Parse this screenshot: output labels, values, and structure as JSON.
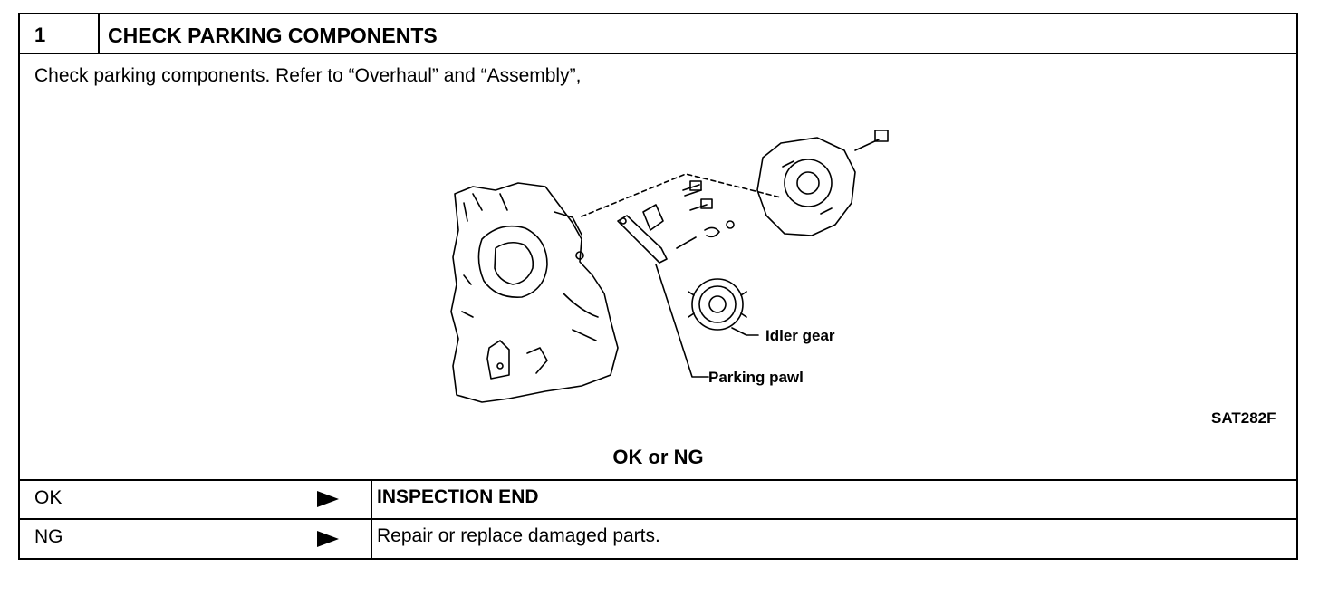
{
  "step": {
    "number": "1",
    "title": "CHECK PARKING COMPONENTS"
  },
  "instruction": "Check parking components. Refer to “Overhaul” and “Assembly”,",
  "figure": {
    "labels": {
      "idler_gear": "Idler gear",
      "parking_pawl": "Parking pawl"
    },
    "code": "SAT282F"
  },
  "question": "OK or NG",
  "results": [
    {
      "label": "OK",
      "action": "INSPECTION END",
      "action_bold": true
    },
    {
      "label": "NG",
      "action": "Repair or replace damaged parts.",
      "action_bold": false
    }
  ]
}
